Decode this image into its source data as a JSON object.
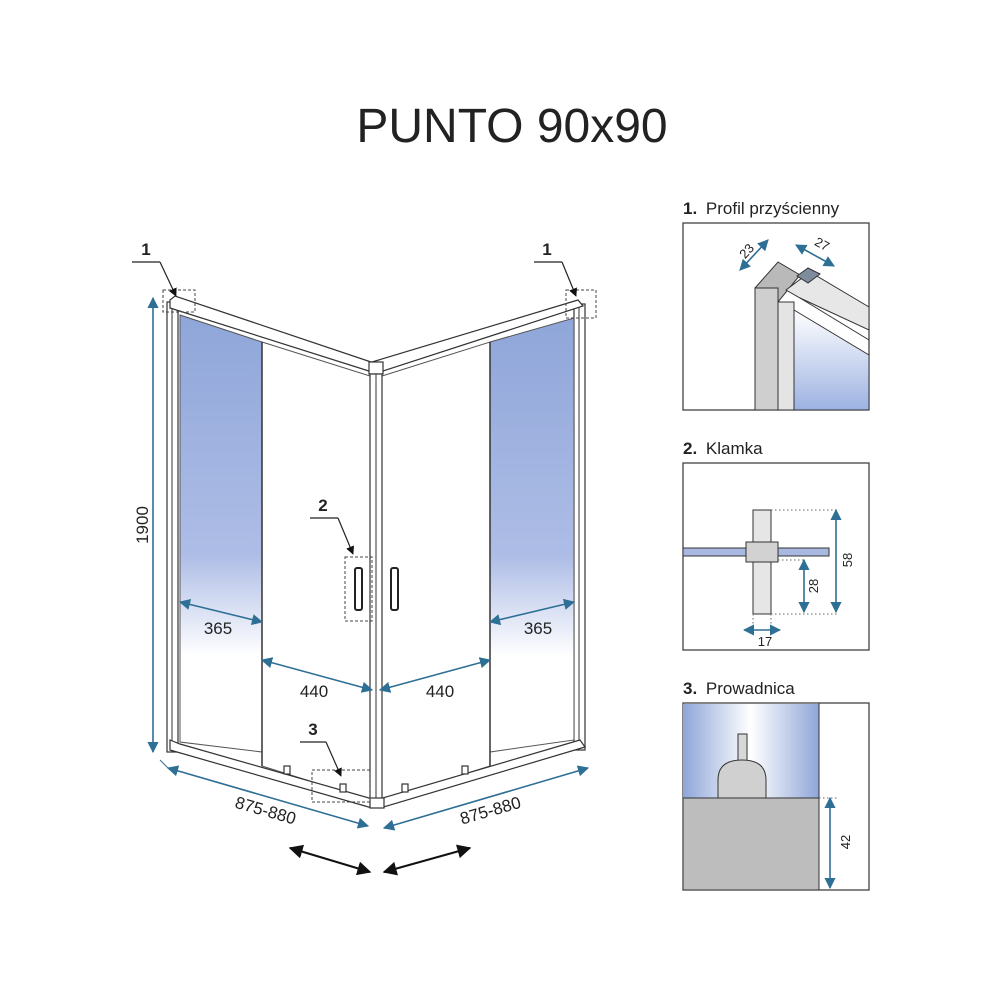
{
  "title": "PUNTO 90x90",
  "main": {
    "height_dim": "1900",
    "left_panel_dim": "365",
    "right_panel_dim": "365",
    "left_door_dim": "440",
    "right_door_dim": "440",
    "left_width_dim": "875-880",
    "right_width_dim": "875-880",
    "callout_1_left": "1",
    "callout_1_right": "1",
    "callout_2": "2",
    "callout_3": "3"
  },
  "details": {
    "profile": {
      "number": "1.",
      "title": "Profil przyścienny",
      "dim_a": "23",
      "dim_b": "27"
    },
    "handle": {
      "number": "2.",
      "title": "Klamka",
      "dim_height": "58",
      "dim_mid": "28",
      "dim_width": "17"
    },
    "guide": {
      "number": "3.",
      "title": "Prowadnica",
      "dim_height": "42"
    }
  },
  "colors": {
    "glass_blue": "#8fa6d9",
    "dimension_line": "#2e6f95",
    "profile_grey": "#c8c8c8",
    "guide_grey": "#bdbdbd"
  }
}
